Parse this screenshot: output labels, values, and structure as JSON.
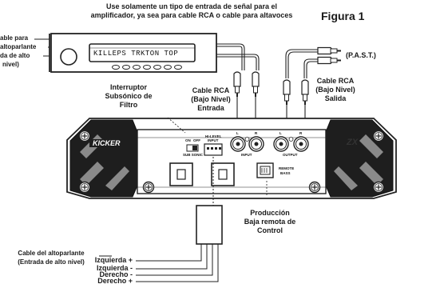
{
  "header": {
    "line1": "Use solamente un tipo de entrada de señal para el",
    "line2": "amplificador, ya sea para cable RCA o cable para altavoces"
  },
  "figure_title": "Figura  1",
  "head_unit": {
    "display_text": "KILLEPS TRKTON TOP",
    "side_label": [
      "able para",
      "altoparlante",
      "da de alto",
      "nivel)"
    ]
  },
  "labels": {
    "past": "(P.A.S.T.)",
    "rca_in": [
      "Cable RCA",
      "(Bajo Nivel)",
      "Entrada"
    ],
    "rca_out": [
      "Cable RCA",
      "(Bajo Nivel)",
      "Salida"
    ],
    "subsonic": [
      "Interruptor",
      "Subsónico de",
      "Filtro"
    ],
    "remote": [
      "Producción",
      "Baja remota de",
      "Control"
    ]
  },
  "amp": {
    "brand": "KICKER",
    "model": "ZX",
    "switch_on": "ON",
    "switch_off": "OFF",
    "sub_sonic": "SUB SONIC",
    "hi_level_input": [
      "HI-LEVEL",
      "INPUT"
    ],
    "input_l": "L",
    "input_r": "R",
    "input_label": "INPUT",
    "output_l": "L",
    "output_r": "R",
    "output_label": "OUTPUT",
    "remote_bass": [
      "REMOTE",
      "BASS"
    ]
  },
  "speaker_wires": {
    "leads": [
      "Izquierda +",
      "Izquierda -",
      "Derecho  -",
      "Derecho  +"
    ],
    "caption": [
      "Cable del altoparlante",
      "(Entrada de alto nivel)"
    ]
  }
}
